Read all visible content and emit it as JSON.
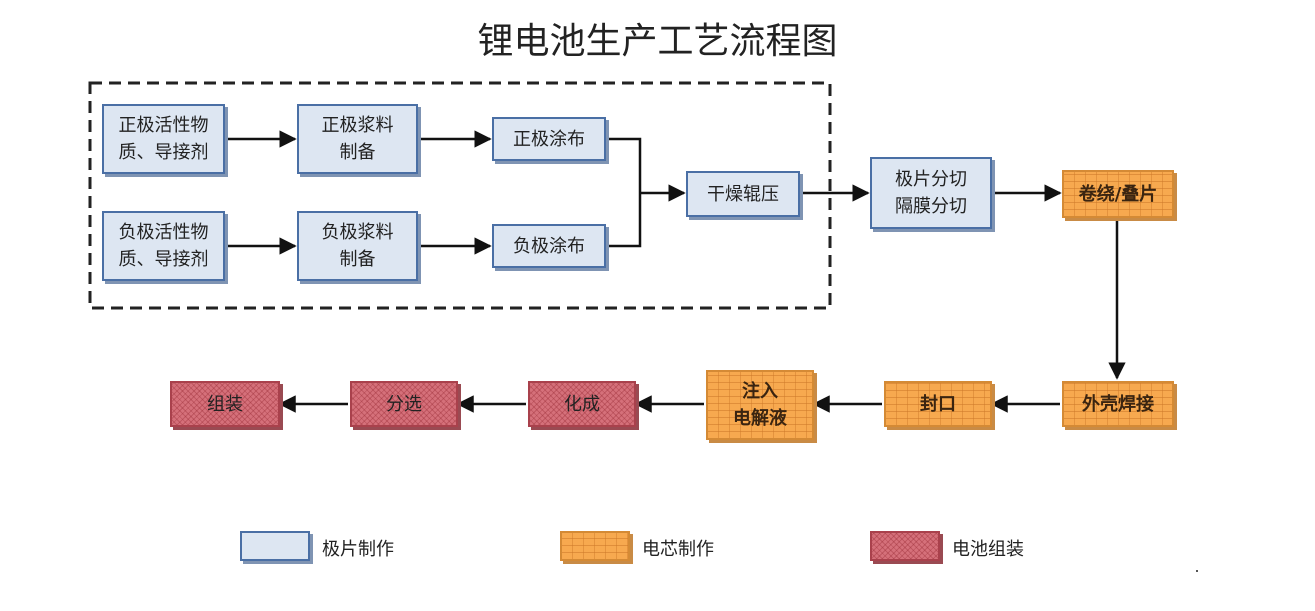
{
  "title": "锂电池生产工艺流程图",
  "nodes": {
    "pos_material": "正极活性物\n质、导接剂",
    "neg_material": "负极活性物\n质、导接剂",
    "pos_slurry": "正极浆料\n制备",
    "neg_slurry": "负极浆料\n制备",
    "pos_coating": "正极涂布",
    "neg_coating": "负极涂布",
    "dry_roll": "干燥辊压",
    "cut": "极片分切\n隔膜分切",
    "wind": "卷绕/叠片",
    "weld": "外壳焊接",
    "seal": "封口",
    "inject": "注入\n电解液",
    "formation": "化成",
    "sort": "分选",
    "assemble": "组装"
  },
  "node_category": {
    "pos_material": "electrode",
    "neg_material": "electrode",
    "pos_slurry": "electrode",
    "neg_slurry": "electrode",
    "pos_coating": "electrode",
    "neg_coating": "electrode",
    "dry_roll": "electrode",
    "cut": "electrode",
    "wind": "cell",
    "weld": "cell",
    "seal": "cell",
    "inject": "cell",
    "formation": "battery",
    "sort": "battery",
    "assemble": "battery"
  },
  "edges": [
    [
      "pos_material",
      "pos_slurry"
    ],
    [
      "pos_slurry",
      "pos_coating"
    ],
    [
      "pos_coating",
      "dry_roll"
    ],
    [
      "neg_material",
      "neg_slurry"
    ],
    [
      "neg_slurry",
      "neg_coating"
    ],
    [
      "neg_coating",
      "dry_roll"
    ],
    [
      "dry_roll",
      "cut"
    ],
    [
      "cut",
      "wind"
    ],
    [
      "wind",
      "weld"
    ],
    [
      "weld",
      "seal"
    ],
    [
      "seal",
      "inject"
    ],
    [
      "inject",
      "formation"
    ],
    [
      "formation",
      "sort"
    ],
    [
      "sort",
      "assemble"
    ]
  ],
  "legend": {
    "electrode": "极片制作",
    "cell": "电芯制作",
    "battery": "电池组装"
  },
  "colors": {
    "electrode_fill": "#dde6f2",
    "electrode_border": "#4a6fa5",
    "cell_fill": "#f7a94f",
    "battery_fill": "#d5707a",
    "line": "#111111"
  }
}
